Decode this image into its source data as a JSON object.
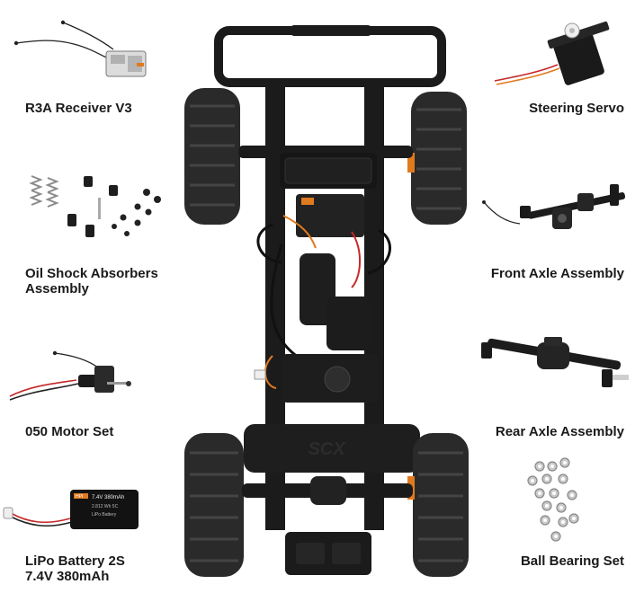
{
  "parts_left": [
    {
      "label": "R3A Receiver V3",
      "icon": "receiver-icon"
    },
    {
      "label": "Oil Shock Absorbers\nAssembly",
      "icon": "shock-absorbers-icon"
    },
    {
      "label": "050 Motor Set",
      "icon": "motor-icon"
    },
    {
      "label": "LiPo Battery 2S\n7.4V 380mAh",
      "icon": "battery-icon"
    }
  ],
  "parts_right": [
    {
      "label": "Steering Servo",
      "icon": "servo-icon"
    },
    {
      "label": "Front Axle Assembly",
      "icon": "front-axle-icon"
    },
    {
      "label": "Rear Axle Assembly",
      "icon": "rear-axle-icon"
    },
    {
      "label": "Ball Bearing Set",
      "icon": "bearing-icon"
    }
  ],
  "chassis_logo": "SCX",
  "battery_print": {
    "brand": "HPI",
    "line1": "7.4V 380mAh",
    "line2": "2.812 Wh  5C",
    "line3": "LiPo Battery"
  },
  "colors": {
    "accent": "#e07a1f",
    "chassis": "#1b1b1b",
    "tire": "#2a2a2a",
    "metal": "#b8b8b8"
  }
}
